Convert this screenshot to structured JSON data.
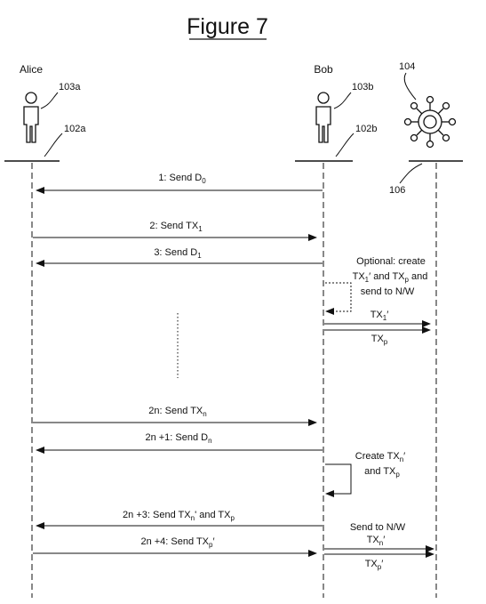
{
  "figure": {
    "title": "Figure 7"
  },
  "parties": {
    "alice": {
      "name": "Alice",
      "person_ref": "103a",
      "line_ref": "102a"
    },
    "bob": {
      "name": "Bob",
      "person_ref": "103b",
      "line_ref": "102b"
    },
    "network": {
      "node_ref": "104",
      "line_ref": "106"
    }
  },
  "messages": {
    "m1": {
      "text": "1: Send D",
      "sub": "0"
    },
    "m2": {
      "text": "2: Send TX",
      "sub": "1"
    },
    "m3": {
      "text": "3: Send D",
      "sub": "1"
    },
    "mn": {
      "text": "2n: Send TX",
      "sub": "n"
    },
    "mn1": {
      "text": "2n +1: Send D",
      "sub": "n"
    },
    "mn3": {
      "text": "2n +3: Send TX",
      "sub": "n",
      "mid": "' and TX",
      "sub2": "p"
    },
    "mn4": {
      "text": "2n +4:  Send TX",
      "sub": "p",
      "tail": "′"
    }
  },
  "notes": {
    "optional": {
      "line1": "Optional: create",
      "line2a": "TX",
      "line2a_sub": "1",
      "line2b": "′ and TX",
      "line2b_sub": "p",
      "line2c": " and",
      "line3": "send to N/W"
    },
    "create_n": {
      "line1a": "Create TX",
      "line1a_sub": "n",
      "line1b": "′",
      "line2a": "and TX",
      "line2a_sub": "p"
    }
  },
  "network_msgs": {
    "tx1_prime": {
      "a": "TX",
      "sub": "1",
      "b": "′"
    },
    "txp": {
      "a": "TX",
      "sub": "p"
    },
    "send_nw": {
      "text": "Send to N/W"
    },
    "txn_prime": {
      "a": "TX",
      "sub": "n",
      "b": "′"
    },
    "txp_prime": {
      "a": "TX",
      "sub": "p",
      "b": "′"
    }
  }
}
